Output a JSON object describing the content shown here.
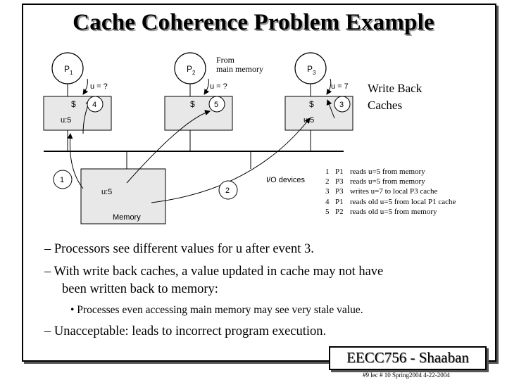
{
  "title": "Cache Coherence Problem Example",
  "diagram": {
    "from_memory": [
      "From",
      "main memory"
    ],
    "write_back": [
      "Write Back",
      "Caches"
    ],
    "processors": [
      {
        "label": "P",
        "sub": "1"
      },
      {
        "label": "P",
        "sub": "2"
      },
      {
        "label": "P",
        "sub": "3"
      }
    ],
    "cache_symbol": "$",
    "cache_values": [
      "u:5",
      "u:5"
    ],
    "read_labels": [
      "u = ?",
      "u = ?",
      "u = 7"
    ],
    "event_markers": [
      "1",
      "2",
      "3",
      "4",
      "5"
    ],
    "memory_value": "u:5",
    "memory_label": "Memory",
    "io_label": "I/O devices"
  },
  "events": [
    {
      "n": "1",
      "p": "P1",
      "text": "reads  u=5 from memory"
    },
    {
      "n": "2",
      "p": "P3",
      "text": "reads  u=5 from memory"
    },
    {
      "n": "3",
      "p": "P3",
      "text": "writes u=7 to local P3 cache"
    },
    {
      "n": "4",
      "p": "P1",
      "text": "reads old u=5 from local P1 cache"
    },
    {
      "n": "5",
      "p": "P2",
      "text": "reads old u=5 from memory"
    }
  ],
  "bullets": {
    "b1": "– Processors see different values for  u  after event 3.",
    "b2_line1": "– With write back caches, a value updated in cache may not have",
    "b2_line2": "been written back to memory:",
    "sub1": "• Processes even accessing main memory may see very stale value.",
    "b3": "– Unacceptable:  leads to incorrect program execution."
  },
  "footer": {
    "badge": "EECC756 - Shaaban",
    "info": "#9   lec # 10   Spring2004   4-22-2004"
  }
}
